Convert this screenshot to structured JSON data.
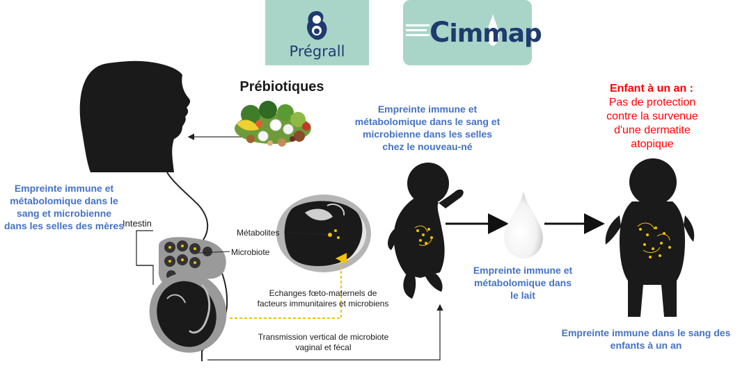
{
  "logos": {
    "left": {
      "name": "Prégrall",
      "color": "#1f3a6e",
      "bg": "#a9d5c8"
    },
    "right": {
      "name": "immap",
      "color": "#1f3a6e",
      "bg": "#a9d5c8"
    }
  },
  "prebiotics": {
    "title": "Prébiotiques"
  },
  "mother": {
    "imprint": "Empreinte immune et métabolomique dans le sang et microbienne dans les selles des mères",
    "intestin_label": "Intestin",
    "microbiote_label": "Microbiote"
  },
  "fetus": {
    "metabolites_label": "Métabolites",
    "exchange_label": "Echanges fœto-maternels de facteurs immunitaires et microbiens",
    "transmission_label": "Transmission vertical de microbiote vaginal et fécal"
  },
  "newborn": {
    "imprint": "Empreinte immune et métabolomique dans le sang et microbienne dans les selles chez le nouveau-né"
  },
  "milk": {
    "imprint": "Empreinte immune et métabolomique dans le lait"
  },
  "child": {
    "outcome_title": "Enfant à un an :",
    "outcome_text": "Pas de protection contre la survenue d'une dermatite atopique",
    "imprint": "Empreinte immune dans le sang des enfants à un an"
  },
  "colors": {
    "text_blue": "#4472c4",
    "outcome_red": "#ff0000",
    "silhouette": "#1a1a1a",
    "microbe_yellow": "#f2c200",
    "dotted_arrow": "#f2c200"
  }
}
